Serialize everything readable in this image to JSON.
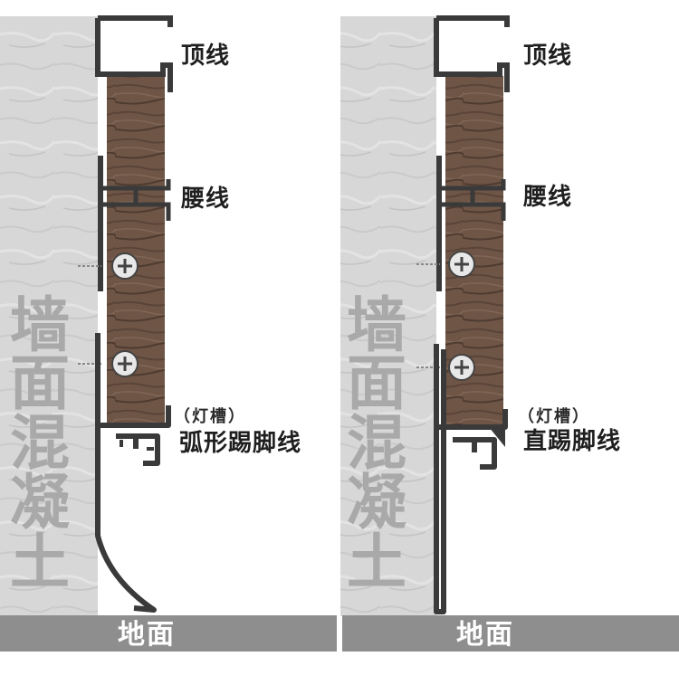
{
  "colors": {
    "wall": "#d7d7d7",
    "wall_text": "#a9a9a9",
    "wood": "#6e5546",
    "wood_dark": "#4f3b30",
    "profile": "#3a3a3a",
    "floor": "#8e8e8e",
    "screw": "#e8e8e8"
  },
  "left_panel": {
    "wall_chars": [
      "墙",
      "面",
      "混",
      "凝",
      "土"
    ],
    "top_label": "顶线",
    "waist_label": "腰线",
    "slot_label": "（灯槽）",
    "base_label": "弧形踢脚线",
    "floor_label": "地面"
  },
  "right_panel": {
    "wall_chars": [
      "墙",
      "面",
      "混",
      "凝",
      "土"
    ],
    "top_label": "顶线",
    "waist_label": "腰线",
    "slot_label": "（灯槽）",
    "base_label": "直踢脚线",
    "floor_label": "地面"
  }
}
